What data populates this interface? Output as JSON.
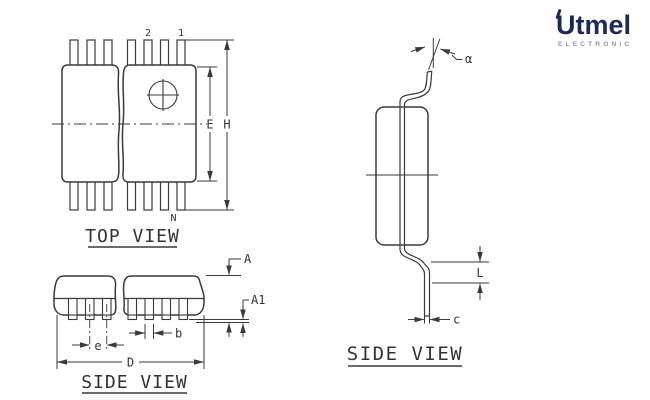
{
  "colors": {
    "background": "#ffffff",
    "line": "#3a3a3a",
    "text": "#333333",
    "logo_navy": "#1e2a56",
    "logo_gray": "#8d96ab"
  },
  "logo": {
    "brand": "Utmel",
    "subtitle": "ELECTRONIC"
  },
  "views": {
    "top": {
      "title": "TOP VIEW",
      "pin_label_2": "2",
      "pin_label_1": "1",
      "pin_label_n": "N",
      "dim_body_width": "E",
      "dim_overall_width": "H"
    },
    "front": {
      "title": "SIDE VIEW",
      "dim_height": "A",
      "dim_standoff": "A1",
      "dim_pitch": "e",
      "dim_lead_width": "b",
      "dim_overall_length": "D"
    },
    "side": {
      "title": "SIDE VIEW",
      "dim_lead_angle": "α",
      "dim_foot_length": "L",
      "dim_lead_thickness": "c"
    }
  }
}
